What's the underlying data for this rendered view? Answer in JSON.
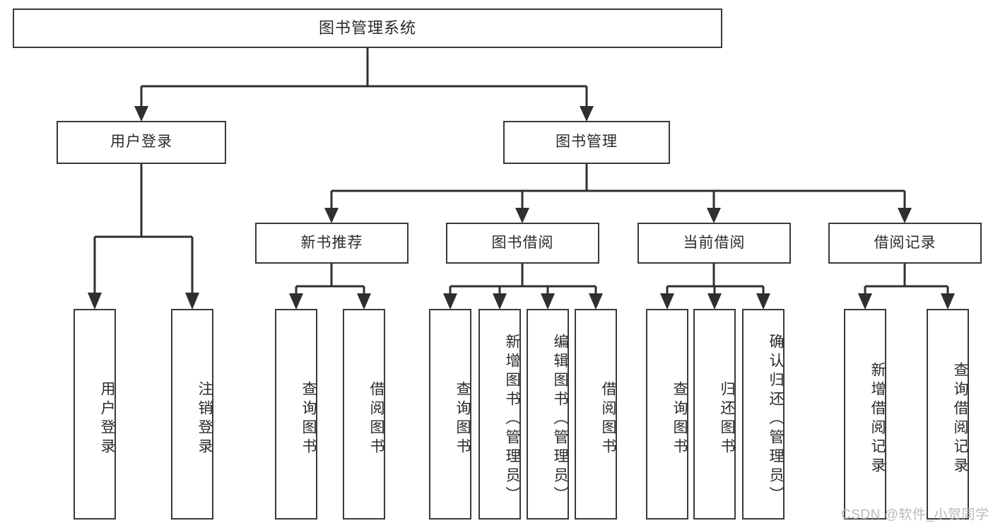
{
  "diagram": {
    "type": "tree-hierarchy",
    "title": "图书管理系统",
    "root": {
      "id": "root",
      "label": "图书管理系统"
    },
    "level2": [
      {
        "id": "user-login",
        "label": "用户登录"
      },
      {
        "id": "book-manage",
        "label": "图书管理"
      }
    ],
    "level3": [
      {
        "id": "new-book-rec",
        "label": "新书推荐",
        "parent": "book-manage"
      },
      {
        "id": "book-borrow",
        "label": "图书借阅",
        "parent": "book-manage"
      },
      {
        "id": "current-borrow",
        "label": "当前借阅",
        "parent": "book-manage"
      },
      {
        "id": "borrow-record",
        "label": "借阅记录",
        "parent": "book-manage"
      }
    ],
    "leaves": [
      {
        "id": "leaf-user-login",
        "label": "用户登录",
        "parent": "user-login"
      },
      {
        "id": "leaf-user-logout",
        "label": "注销登录",
        "parent": "user-login"
      },
      {
        "id": "leaf-query-book-1",
        "label": "查询图书",
        "parent": "new-book-rec"
      },
      {
        "id": "leaf-borrow-book-1",
        "label": "借阅图书",
        "parent": "new-book-rec"
      },
      {
        "id": "leaf-query-book-2",
        "label": "查询图书",
        "parent": "book-borrow"
      },
      {
        "id": "leaf-add-book",
        "label": "新增图书（管理员）",
        "parent": "book-borrow"
      },
      {
        "id": "leaf-edit-book",
        "label": "编辑图书（管理员）",
        "parent": "book-borrow"
      },
      {
        "id": "leaf-borrow-book-2",
        "label": "借阅图书",
        "parent": "book-borrow"
      },
      {
        "id": "leaf-query-book-3",
        "label": "查询图书",
        "parent": "current-borrow"
      },
      {
        "id": "leaf-return-book",
        "label": "归还图书",
        "parent": "current-borrow"
      },
      {
        "id": "leaf-confirm-return",
        "label": "确认归还（管理员）",
        "parent": "current-borrow"
      },
      {
        "id": "leaf-add-record",
        "label": "新增借阅记录",
        "parent": "borrow-record"
      },
      {
        "id": "leaf-query-record",
        "label": "查询借阅记录",
        "parent": "borrow-record"
      }
    ]
  },
  "watermark": {
    "text": "CSDN @软件_小贺同学"
  },
  "colors": {
    "box_border": "#3a3a3a",
    "box_fill": "#ffffff",
    "text": "#2b2b2b",
    "connector": "#2f2f2f",
    "watermark": "#b9b9b9",
    "background": "#ffffff"
  }
}
